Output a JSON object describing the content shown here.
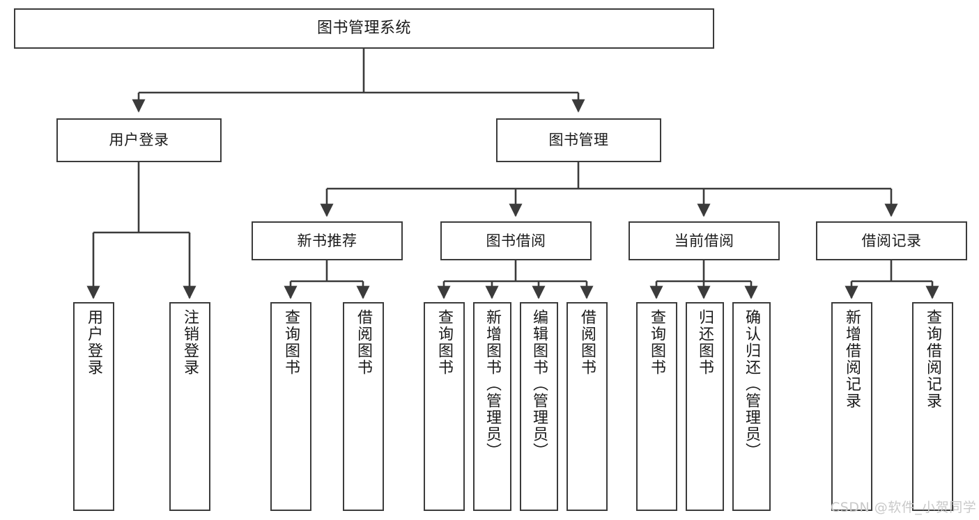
{
  "diagram": {
    "title": "图书管理系统",
    "type": "hierarchy-tree",
    "watermark": "CSDN @软件_小贺同学",
    "colors": {
      "stroke": "#3b3b3b",
      "fill": "#ffffff",
      "text": "#1a1a1a",
      "watermark": "#c9c9c9"
    }
  },
  "nodes": {
    "root": {
      "label": "图书管理系统",
      "level": 0
    },
    "l1": [
      {
        "id": "user-login",
        "label": "用户登录",
        "level": 1
      },
      {
        "id": "book-manage",
        "label": "图书管理",
        "level": 1
      }
    ],
    "l2": [
      {
        "id": "new-book-recommend",
        "label": "新书推荐",
        "level": 2,
        "parent": "book-manage"
      },
      {
        "id": "book-borrow",
        "label": "图书借阅",
        "level": 2,
        "parent": "book-manage"
      },
      {
        "id": "current-borrow",
        "label": "当前借阅",
        "level": 2,
        "parent": "book-manage"
      },
      {
        "id": "borrow-record",
        "label": "借阅记录",
        "level": 2,
        "parent": "book-manage"
      }
    ],
    "leaves": [
      {
        "id": "leaf-user-login",
        "label": "用户登录",
        "parent": "user-login"
      },
      {
        "id": "leaf-logout-login",
        "label": "注销登录",
        "parent": "user-login"
      },
      {
        "id": "leaf-query-book-1",
        "label": "查询图书",
        "parent": "new-book-recommend"
      },
      {
        "id": "leaf-borrow-book-1",
        "label": "借阅图书",
        "parent": "new-book-recommend"
      },
      {
        "id": "leaf-query-book-2",
        "label": "查询图书",
        "parent": "book-borrow"
      },
      {
        "id": "leaf-add-book",
        "label": "新增图书（管理员）",
        "parent": "book-borrow"
      },
      {
        "id": "leaf-edit-book",
        "label": "编辑图书（管理员）",
        "parent": "book-borrow"
      },
      {
        "id": "leaf-borrow-book-2",
        "label": "借阅图书",
        "parent": "book-borrow"
      },
      {
        "id": "leaf-query-book-3",
        "label": "查询图书",
        "parent": "current-borrow"
      },
      {
        "id": "leaf-return-book",
        "label": "归还图书",
        "parent": "current-borrow"
      },
      {
        "id": "leaf-confirm-return",
        "label": "确认归还（管理员）",
        "parent": "current-borrow"
      },
      {
        "id": "leaf-add-record",
        "label": "新增借阅记录",
        "parent": "borrow-record"
      },
      {
        "id": "leaf-query-record",
        "label": "查询借阅记录",
        "parent": "borrow-record"
      }
    ]
  }
}
